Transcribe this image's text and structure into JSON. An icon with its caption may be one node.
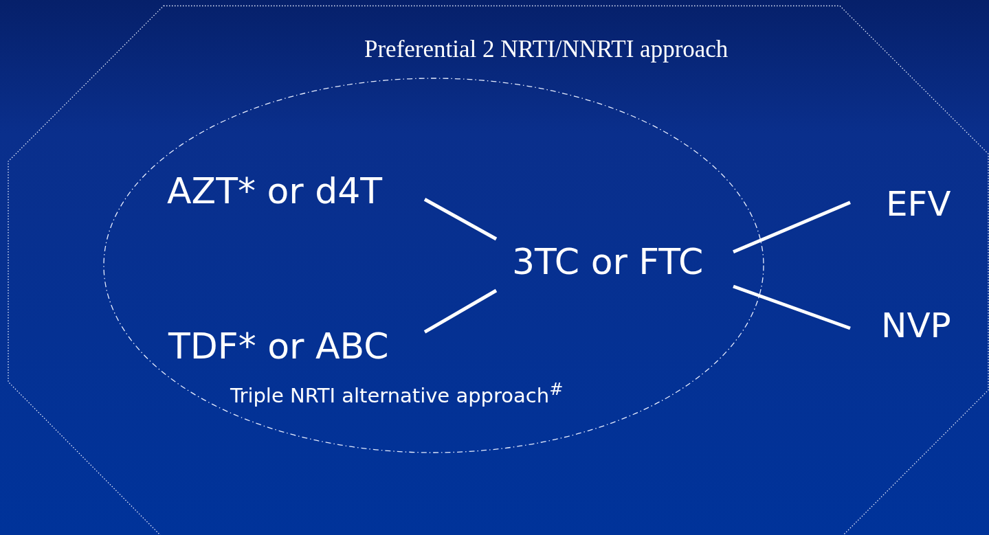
{
  "diagram": {
    "nodes": [
      {
        "text": [
          "Preferential 2 NRTI/NNRTI approach"
        ]
      },
      {
        "text": [
          "Triple NRTI alternative approach$^{#}$"
        ],
        "in": 0
      },
      {
        "text": [
          "AZT* or d4T"
        ],
        "in": 1
      },
      {
        "text": [
          "TDF* or ABC"
        ],
        "in": 1
      },
      {
        "text": [
          "3TC or FTC"
        ],
        "in": 1
      },
      {
        "text": [
          "EFV"
        ],
        "in": 0
      },
      {
        "text": [
          "NVP"
        ],
        "in": 0
      }
    ],
    "edges": [
      {
        "from": 2,
        "to": 4,
        "arrow": "none"
      },
      {
        "from": 3,
        "to": 4,
        "arrow": "none"
      },
      {
        "from": 4,
        "to": 5,
        "arrow": "none"
      },
      {
        "from": 4,
        "to": 6,
        "arrow": "none"
      }
    ]
  }
}
